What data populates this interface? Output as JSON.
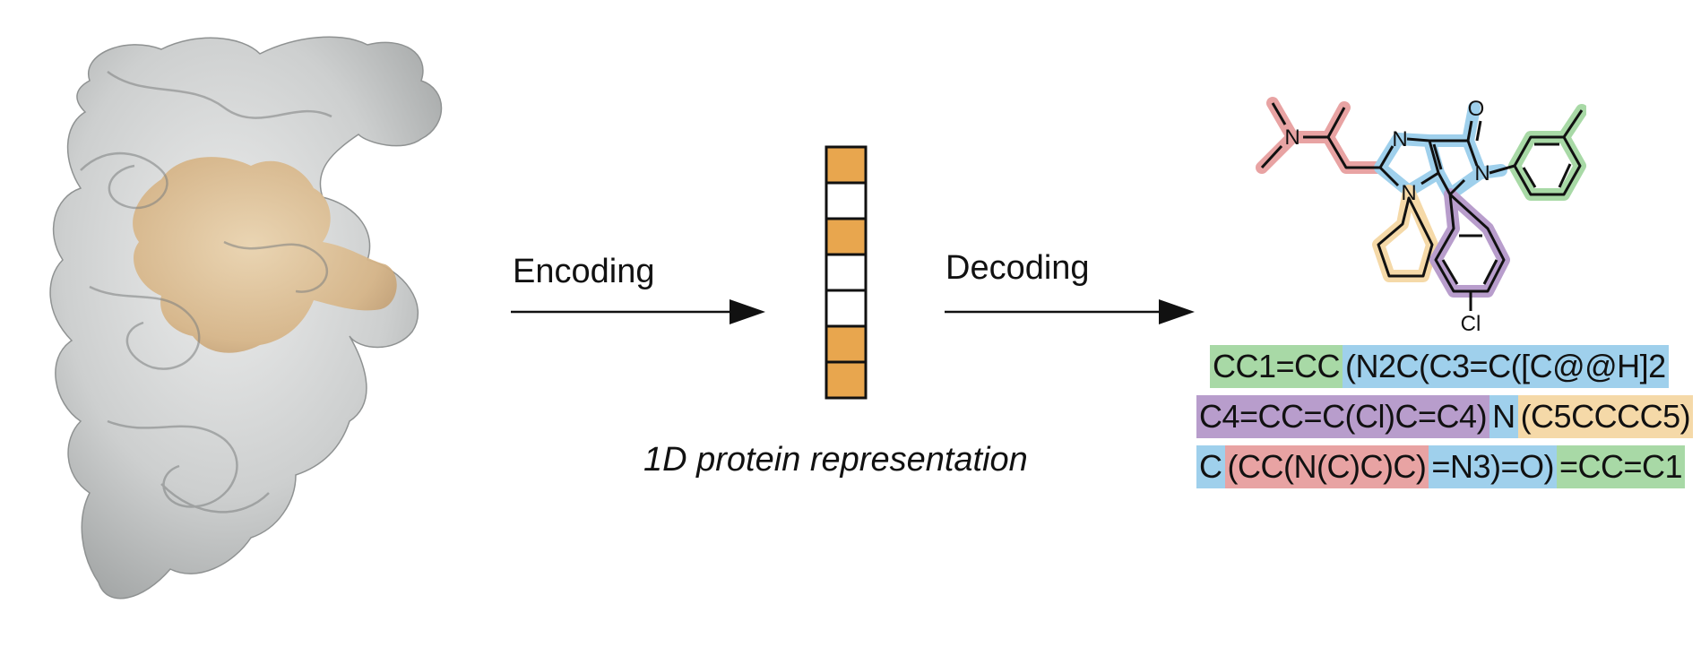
{
  "labels": {
    "encoding": "Encoding",
    "decoding": "Decoding",
    "caption": "1D protein representation",
    "cl_atom": "Cl",
    "n_atom": "N",
    "o_atom": "O"
  },
  "vector": {
    "cells": [
      1,
      0,
      1,
      0,
      0,
      1,
      1
    ],
    "filled_color": "#E8A64E",
    "empty_color": "#FFFFFF"
  },
  "colors": {
    "green": "#A8D9A6",
    "blue": "#9FD0EC",
    "red": "#E8A3A3",
    "purple": "#B89DCC",
    "orange": "#F5D9A8",
    "protein_gray": "#C9CBCB",
    "pocket_tan": "#D9B98C"
  },
  "smiles": {
    "lines": [
      [
        {
          "text": "CC1=CC",
          "color": "green"
        },
        {
          "text": "(N2C(C3=C([C@@H]2",
          "color": "blue"
        }
      ],
      [
        {
          "text": "C4=CC=C(Cl)C=C4)",
          "color": "purple"
        },
        {
          "text": "N",
          "color": "blue"
        },
        {
          "text": "(C5CCCC5)",
          "color": "orange"
        }
      ],
      [
        {
          "text": "C",
          "color": "blue"
        },
        {
          "text": "(CC(N(C)C)C)",
          "color": "red"
        },
        {
          "text": "=N3)=O)",
          "color": "blue"
        },
        {
          "text": "=CC=C1",
          "color": "green"
        }
      ]
    ]
  }
}
